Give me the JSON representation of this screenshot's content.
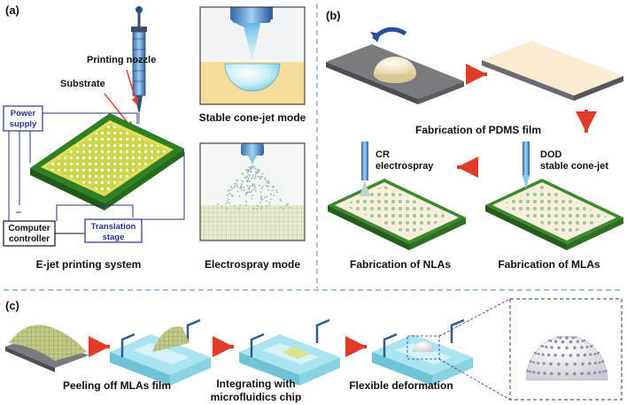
{
  "panels": {
    "a": {
      "tag": "(a)",
      "printing_nozzle": "Printing nozzle",
      "substrate": "Substrate",
      "power_supply": [
        "Power",
        "supply"
      ],
      "computer_controller": [
        "Computer",
        "controller"
      ],
      "translation_stage": [
        "Translation",
        "stage"
      ],
      "stable_mode": "Stable cone-jet mode",
      "electrospray_mode": "Electrospray mode",
      "system_caption": "E-jet printing system"
    },
    "b": {
      "tag": "(b)",
      "pdms_caption": "Fabrication of PDMS film",
      "cr_label": [
        "CR",
        "electrospray"
      ],
      "dod_label": [
        "DOD",
        "stable cone-jet"
      ],
      "nla_caption": "Fabrication of NLAs",
      "mla_caption": "Fabrication of MLAs"
    },
    "c": {
      "tag": "(c)",
      "peeling_caption": "Peeling off MLAs film",
      "integrating_caption": [
        "Integrating with",
        "microfluidics chip"
      ],
      "deformation_caption": "Flexible deformation"
    }
  },
  "colors": {
    "arrow_red": "#e03a28",
    "divider_blue": "#5a7fc0",
    "frame_green": "#3d8a2e",
    "chip_cyan": "#a9e4f0",
    "label_blue": "#2e3192"
  }
}
